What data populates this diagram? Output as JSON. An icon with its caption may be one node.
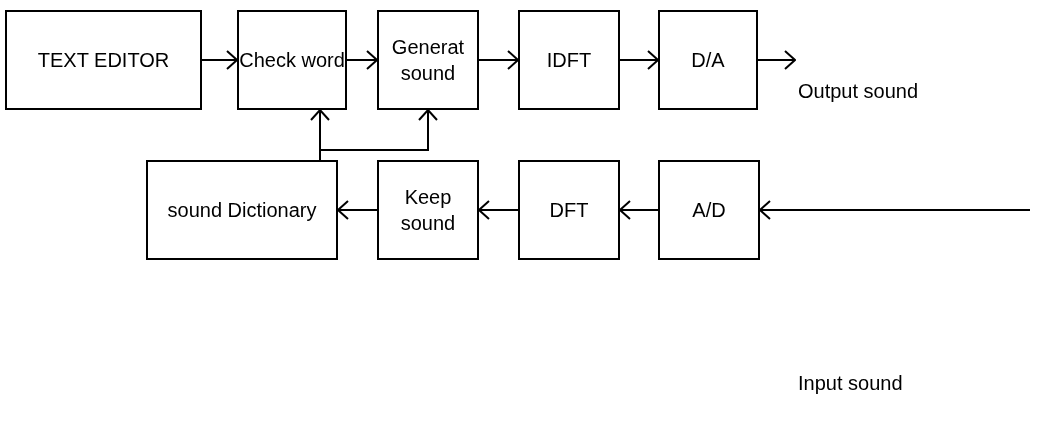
{
  "diagram": {
    "nodes": [
      {
        "text": [
          "TEXT EDITOR"
        ]
      },
      {
        "text": [
          "Check word"
        ]
      },
      {
        "text": [
          "Generat sound"
        ]
      },
      {
        "text": [
          "IDFT"
        ]
      },
      {
        "text": [
          "D/A"
        ]
      },
      {
        "text": [
          "sound Dictionary"
        ]
      },
      {
        "text": [
          "Keep sound"
        ]
      },
      {
        "text": [
          "DFT"
        ]
      },
      {
        "text": [
          "A/D"
        ]
      }
    ],
    "edges": [
      {
        "from": 0,
        "to": 1,
        "arrow": "to"
      },
      {
        "from": 1,
        "to": 2,
        "arrow": "to"
      },
      {
        "from": 2,
        "to": 3,
        "arrow": "to"
      },
      {
        "from": 3,
        "to": 4,
        "arrow": "to"
      },
      {
        "from": 4,
        "to": null,
        "arrow": "to"
      },
      {
        "from": null,
        "to": 8,
        "arrow": "to"
      },
      {
        "from": 8,
        "to": 7,
        "arrow": "to"
      },
      {
        "from": 7,
        "to": 6,
        "arrow": "to"
      },
      {
        "from": 6,
        "to": 5,
        "arrow": "to"
      },
      {
        "from": 5,
        "to": 1,
        "arrow": "to"
      },
      {
        "from": 5,
        "to": 2,
        "arrow": "to"
      }
    ],
    "labels": [
      "Output sound",
      "Input sound"
    ]
  }
}
